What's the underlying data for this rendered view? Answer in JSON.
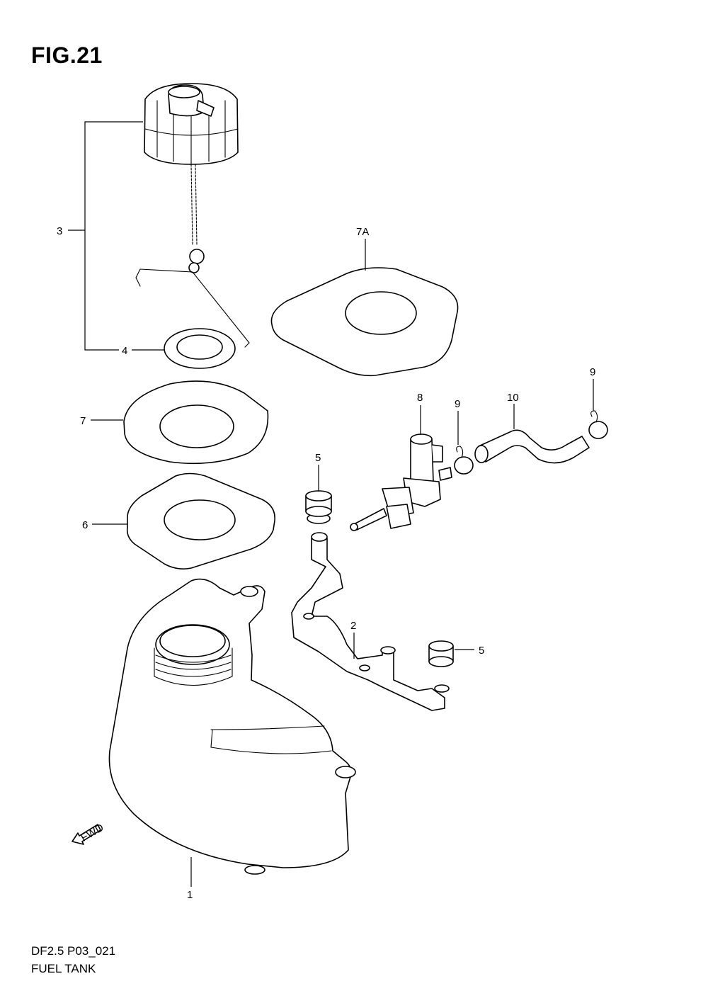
{
  "figure": {
    "title": "FIG.21"
  },
  "footer": {
    "code": "DF2.5 P03_021",
    "name": "FUEL TANK"
  },
  "arrow": {
    "label": "FWD"
  },
  "callouts": {
    "tank": "1",
    "bracket": "2",
    "cap_assembly": "3",
    "cap_gasket": "4",
    "grommet_upper": "5",
    "grommet_right": "5",
    "cushion_lower": "6",
    "cushion_upper": "7",
    "cushion_top": "7A",
    "cock": "8",
    "clip_left": "9",
    "clip_right": "9",
    "hose": "10"
  }
}
